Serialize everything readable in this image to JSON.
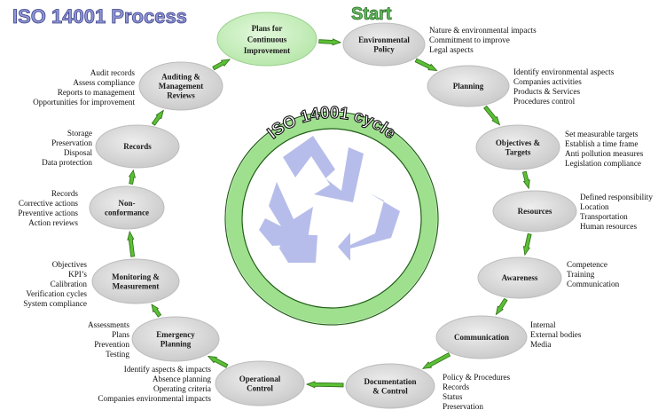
{
  "title": "ISO 14001 Process",
  "start_label": "Start",
  "cycle_label": "ISO 14001 cycle",
  "colors": {
    "node_fill": "#d9d9d9",
    "plans_fill": "#c9efc0",
    "arrow_green": "#5bbf35",
    "ring_green": "#9fe08f",
    "recycle": "#b7bdea",
    "title_fill": "#8f97d4",
    "start_fill": "#5fbf5a"
  },
  "nodes": [
    {
      "id": "plans",
      "lines": [
        "Plans for",
        "Continuous",
        "Improvement"
      ],
      "notes": []
    },
    {
      "id": "policy",
      "lines": [
        "Environmental",
        "Policy"
      ],
      "notes": [
        "Nature & environmental impacts",
        "Commitment to improve",
        "Legal aspects"
      ]
    },
    {
      "id": "planning",
      "lines": [
        "Planning"
      ],
      "notes": [
        "Identify environmental aspects",
        "Companies activities",
        "Products & Services",
        "Procedures control"
      ]
    },
    {
      "id": "objectives",
      "lines": [
        "Objectives &",
        "Targets"
      ],
      "notes": [
        "Set measurable targets",
        "Establish a time frame",
        "Anti pollution measures",
        "Legislation compliance"
      ]
    },
    {
      "id": "resources",
      "lines": [
        "Resources"
      ],
      "notes": [
        "Defined responsibility",
        "Location",
        "Transportation",
        "Human resources"
      ]
    },
    {
      "id": "awareness",
      "lines": [
        "Awareness"
      ],
      "notes": [
        "Competence",
        "Training",
        "Communication"
      ]
    },
    {
      "id": "communication",
      "lines": [
        "Communication"
      ],
      "notes": [
        "Internal",
        "External bodies",
        "Media"
      ]
    },
    {
      "id": "documentation",
      "lines": [
        "Documentation",
        "& Control"
      ],
      "notes": [
        "Policy & Procedures",
        "Records",
        "Status",
        "Preservation"
      ]
    },
    {
      "id": "operational",
      "lines": [
        "Operational",
        "Control"
      ],
      "notes": [
        "Identify aspects & impacts",
        "Absence planning",
        "Operating criteria",
        "Companies environmental impacts"
      ]
    },
    {
      "id": "emergency",
      "lines": [
        "Emergency",
        "Planning"
      ],
      "notes": [
        "Assessments",
        "Plans",
        "Prevention",
        "Testing"
      ]
    },
    {
      "id": "monitoring",
      "lines": [
        "Monitoring &",
        "Measurement"
      ],
      "notes": [
        "Objectives",
        "KPI’s",
        "Calibration",
        "Verification cycles",
        "System compliance"
      ]
    },
    {
      "id": "nonconformance",
      "lines": [
        "Non-",
        "conformance"
      ],
      "notes": [
        "Records",
        "Corrective actions",
        "Preventive actions",
        "Action reviews"
      ]
    },
    {
      "id": "records",
      "lines": [
        "Records"
      ],
      "notes": [
        "Storage",
        "Preservation",
        "Disposal",
        "Data protection"
      ]
    },
    {
      "id": "auditing",
      "lines": [
        "Auditing &",
        "Management",
        "Reviews"
      ],
      "notes": [
        "Audit records",
        "Assess compliance",
        "Reports to management",
        "Opportunities for improvement"
      ]
    }
  ]
}
